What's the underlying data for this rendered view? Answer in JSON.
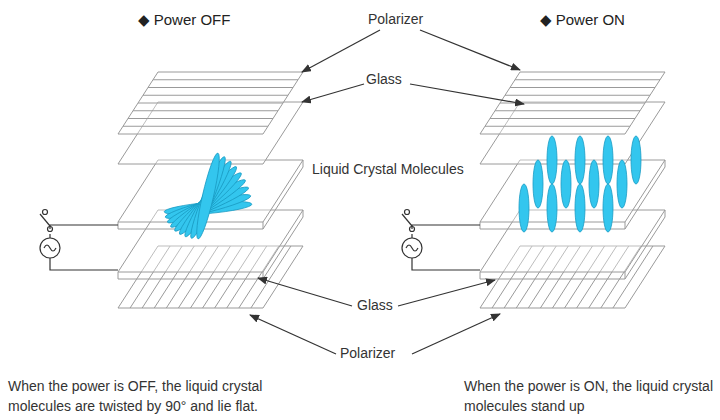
{
  "diagram": {
    "labels": [
      "◆ Power OFF",
      "Polarizer",
      "◆ Power ON",
      "Glass",
      "Liquid Crystal Molecules",
      "Glass",
      "Polarizer",
      "When the power is OFF, the liquid crystal molecules are twisted by 90° and lie flat.",
      "When the power is ON, the liquid crystal molecules stand up"
    ]
  }
}
